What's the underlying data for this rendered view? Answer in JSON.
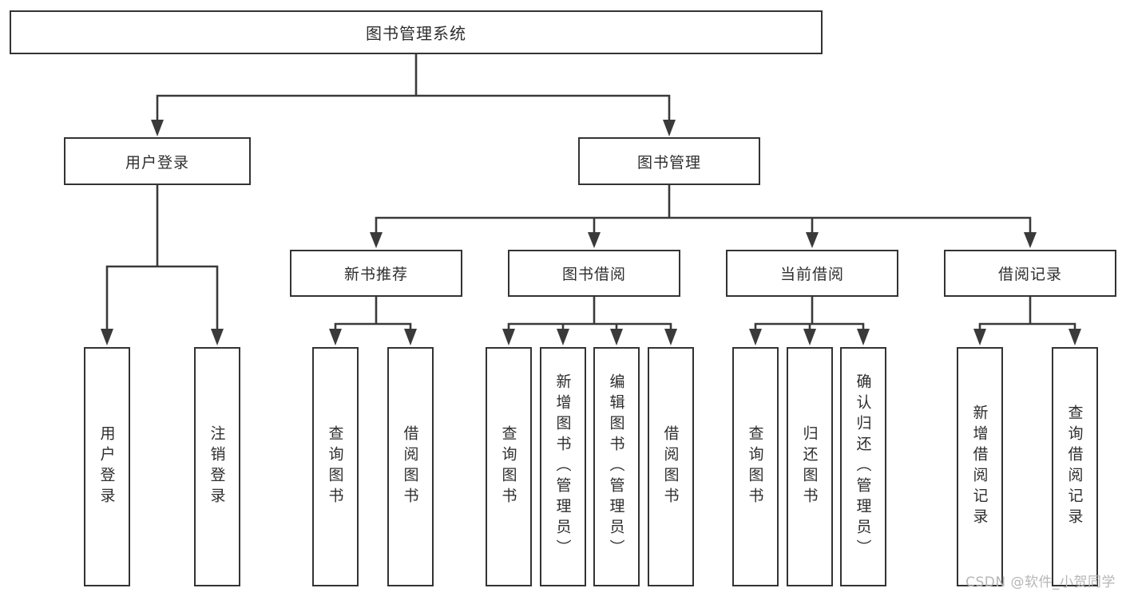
{
  "tree": {
    "label": "图书管理系统",
    "children": [
      {
        "label": "用户登录",
        "children": [
          {
            "label": "用户登录"
          },
          {
            "label": "注销登录"
          }
        ]
      },
      {
        "label": "图书管理",
        "children": [
          {
            "label": "新书推荐",
            "children": [
              {
                "label": "查询图书"
              },
              {
                "label": "借阅图书"
              }
            ]
          },
          {
            "label": "图书借阅",
            "children": [
              {
                "label": "查询图书"
              },
              {
                "label": "新增图书（管理员）"
              },
              {
                "label": "编辑图书（管理员）"
              },
              {
                "label": "借阅图书"
              }
            ]
          },
          {
            "label": "当前借阅",
            "children": [
              {
                "label": "查询图书"
              },
              {
                "label": "归还图书"
              },
              {
                "label": "确认归还（管理员）"
              }
            ]
          },
          {
            "label": "借阅记录",
            "children": [
              {
                "label": "新增借阅记录"
              },
              {
                "label": "查询借阅记录"
              }
            ]
          }
        ]
      }
    ]
  },
  "watermark": {
    "text": "CSDN @软件_小贺同学"
  },
  "colors": {
    "background": "#ffffff",
    "box_border": "#333333",
    "line": "#3a3a3a",
    "text": "#2e2e2e",
    "watermark": "#b6b6b6"
  }
}
